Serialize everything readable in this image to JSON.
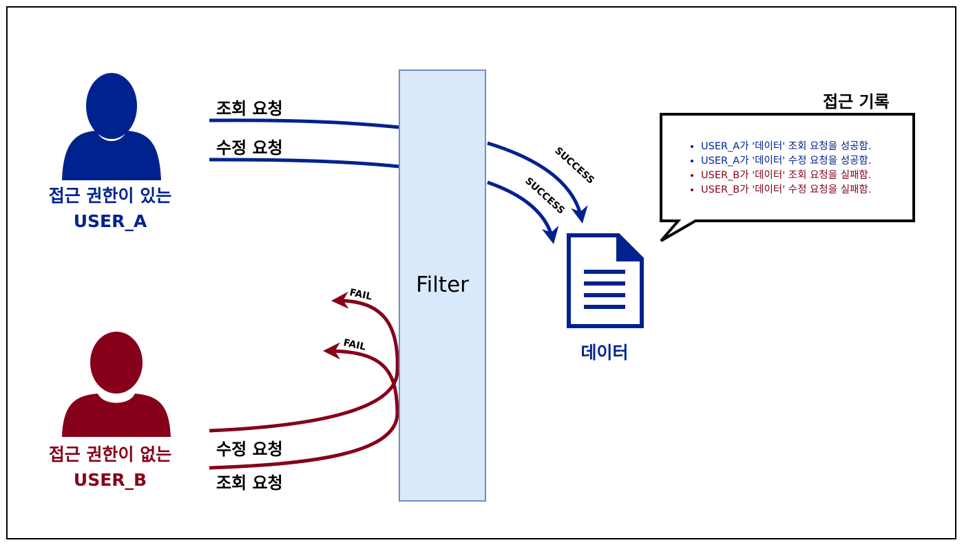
{
  "colors": {
    "user_a": "#00228f",
    "user_b": "#86001a",
    "filter_fill": "#dae8fc",
    "filter_border": "#6c8ebf"
  },
  "user_a": {
    "icon": "person-icon",
    "label_line1": "접근 권한이 있는",
    "label_line2": "USER_A",
    "requests": [
      "조회 요청",
      "수정 요청"
    ],
    "results": [
      "SUCCESS",
      "SUCCESS"
    ]
  },
  "user_b": {
    "icon": "person-icon",
    "label_line1": "접근 권한이 없는",
    "label_line2": "USER_B",
    "requests": [
      "수정 요청",
      "조회 요청"
    ],
    "results": [
      "FAIL",
      "FAIL"
    ]
  },
  "filter": {
    "label": "Filter"
  },
  "data": {
    "icon": "document-icon",
    "label": "데이터"
  },
  "access_log": {
    "title": "접근 기록",
    "entries": [
      {
        "text": "USER_A가 '데이터' 조회 요청을 성공함.",
        "color": "#00228f"
      },
      {
        "text": "USER_A가 '데이터' 수정 요청을 성공함.",
        "color": "#00228f"
      },
      {
        "text": "USER_B가 '데이터' 조회 요청을 실패함.",
        "color": "#86001a"
      },
      {
        "text": "USER_B가 '데이터' 수정 요청을 실패함.",
        "color": "#86001a"
      }
    ]
  }
}
